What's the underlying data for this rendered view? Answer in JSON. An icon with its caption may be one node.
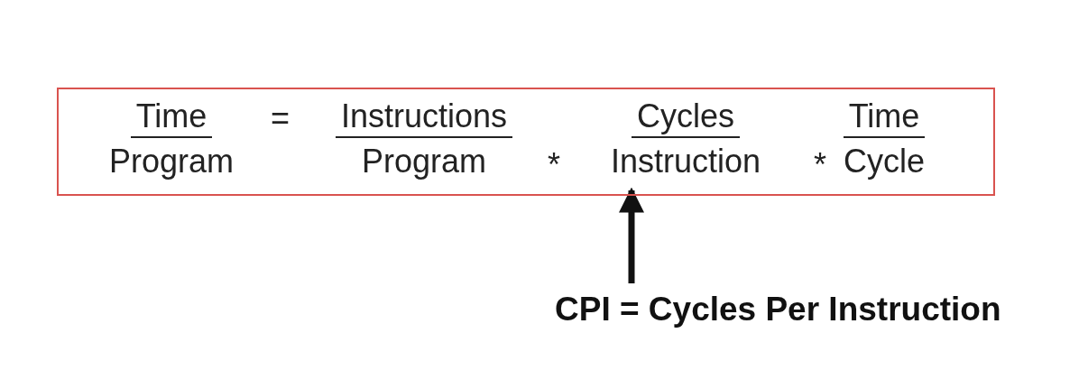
{
  "diagram": {
    "nodes": [
      {
        "text": [],
        "shape": "box"
      },
      {
        "text": [
          "Time",
          "Program"
        ],
        "in": 0
      },
      {
        "text": [
          "Instructions",
          "Program"
        ],
        "in": 0
      },
      {
        "text": [
          "Cycles",
          "Instruction"
        ],
        "in": 0
      },
      {
        "text": [
          "Time",
          "Cycle"
        ],
        "in": 0
      },
      {
        "text": [
          "CPI = Cycles Per Instruction"
        ]
      }
    ],
    "edges": [
      {
        "from": 5,
        "to": 3,
        "arrow": "to"
      }
    ],
    "labels": [
      "=",
      "*",
      "*"
    ]
  }
}
